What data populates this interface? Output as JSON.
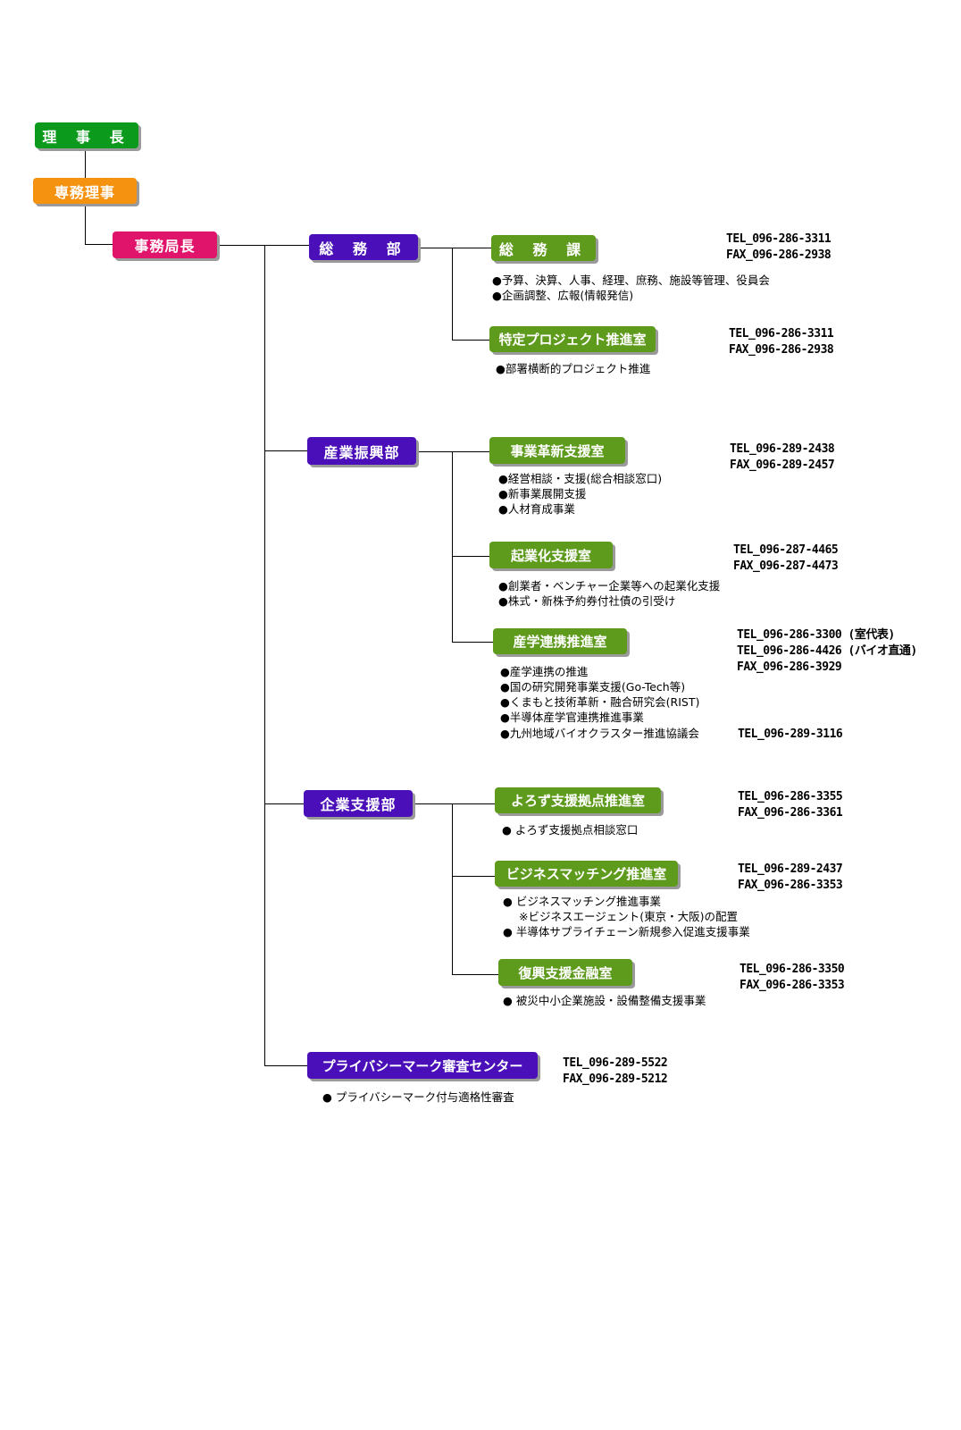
{
  "top": {
    "chairman": "理 事 長",
    "director": "専務理事",
    "secretary_general": "事務局長"
  },
  "departments": {
    "somu": "総 務 部",
    "sangyo": "産業振興部",
    "kigyo": "企業支援部",
    "privacy": "プライバシーマーク審査センター"
  },
  "units": {
    "somuka": {
      "name": "総 務 課",
      "tel": [
        "TEL_096-286-3311",
        "FAX_096-286-2938"
      ],
      "items": [
        "●予算、決算、人事、経理、庶務、施設等管理、役員会",
        "●企画調整、広報(情報発信)"
      ]
    },
    "tokutei": {
      "name": "特定プロジェクト推進室",
      "tel": [
        "TEL_096-286-3311",
        "FAX_096-286-2938"
      ],
      "items": [
        "●部署横断的プロジェクト推進"
      ]
    },
    "jigyo": {
      "name": "事業革新支援室",
      "tel": [
        "TEL_096-289-2438",
        "FAX_096-289-2457"
      ],
      "items": [
        "●経営相談・支援(総合相談窓口)",
        "●新事業展開支援",
        "●人材育成事業"
      ]
    },
    "kigyoka": {
      "name": "起業化支援室",
      "tel": [
        "TEL_096-287-4465",
        "FAX_096-287-4473"
      ],
      "items": [
        "●創業者・ベンチャー企業等への起業化支援",
        "●株式・新株予約券付社債の引受け"
      ]
    },
    "sangaku": {
      "name": "産学連携推進室",
      "tel": [
        "TEL_096-286-3300 (室代表)",
        "TEL_096-286-4426 (バイオ直通)",
        "FAX_096-286-3929"
      ],
      "items": [
        "●産学連携の推進",
        "●国の研究開発事業支援(Go-Tech等)",
        "●くまもと技術革新・融合研究会(RIST)",
        "●半導体産学官連携推進事業",
        "●九州地域バイオクラスター推進協議会"
      ],
      "extra_tel": "TEL_096-289-3116"
    },
    "yorozu": {
      "name": "よろず支援拠点推進室",
      "tel": [
        "TEL_096-286-3355",
        "FAX_096-286-3361"
      ],
      "items": [
        "● よろず支援拠点相談窓口"
      ]
    },
    "business": {
      "name": "ビジネスマッチング推進室",
      "tel": [
        "TEL_096-289-2437",
        "FAX_096-286-3353"
      ],
      "items": [
        "● ビジネスマッチング推進事業",
        "※ビジネスエージェント(東京・大阪)の配置",
        "● 半導体サプライチェーン新規参入促進支援事業"
      ]
    },
    "fukko": {
      "name": "復興支援金融室",
      "tel": [
        "TEL_096-286-3350",
        "FAX_096-286-3353"
      ],
      "items": [
        "● 被災中小企業施設・設備整備支援事業"
      ]
    },
    "privacy_center": {
      "tel": [
        "TEL_096-289-5522",
        "FAX_096-289-5212"
      ],
      "items": [
        "● プライバシーマーク付与適格性審査"
      ]
    }
  }
}
